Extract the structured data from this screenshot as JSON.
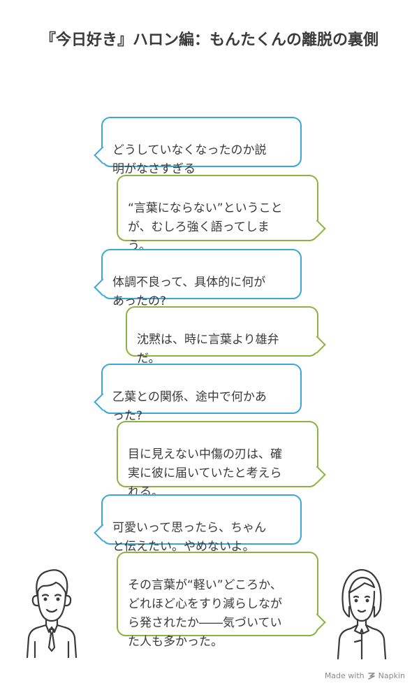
{
  "title": "『今日好き』ハロン編：もんたくんの離脱の裏側",
  "bubbles": [
    {
      "side": "left",
      "color": "blue",
      "text": "どうしていなくなったのか説\n明がなさすぎる"
    },
    {
      "side": "right",
      "color": "green",
      "text": "“言葉にならない”ということ\nが、むしろ強く語ってしま\nう。"
    },
    {
      "side": "left",
      "color": "blue",
      "text": "体調不良って、具体的に何が\nあったの?"
    },
    {
      "side": "right",
      "color": "green",
      "text": "沈黙は、時に言葉より雄弁\nだ。"
    },
    {
      "side": "left",
      "color": "blue",
      "text": "乙葉との関係、途中で何かあ\nった?"
    },
    {
      "side": "right",
      "color": "green",
      "text": "目に見えない中傷の刃は、確\n実に彼に届いていたと考えら\nれる。"
    },
    {
      "side": "left",
      "color": "blue",
      "text": "可愛いって思ったら、ちゃん\nと伝えたい。やめないよ。"
    },
    {
      "side": "right",
      "color": "green",
      "text": "その言葉が“軽い”どころか、\nどれほど心をすり減らしなが\nら発されたか――気づいてい\nた人も多かった。"
    }
  ],
  "footer": {
    "prefix": "Made with",
    "brand": "Napkin"
  },
  "colors": {
    "blue": "#3ba7d8",
    "green": "#8bb33f",
    "text": "#3a3a3a"
  },
  "icons": {
    "left_person": "man-with-tie-icon",
    "right_person": "woman-icon",
    "brand": "napkin-logo-icon"
  }
}
